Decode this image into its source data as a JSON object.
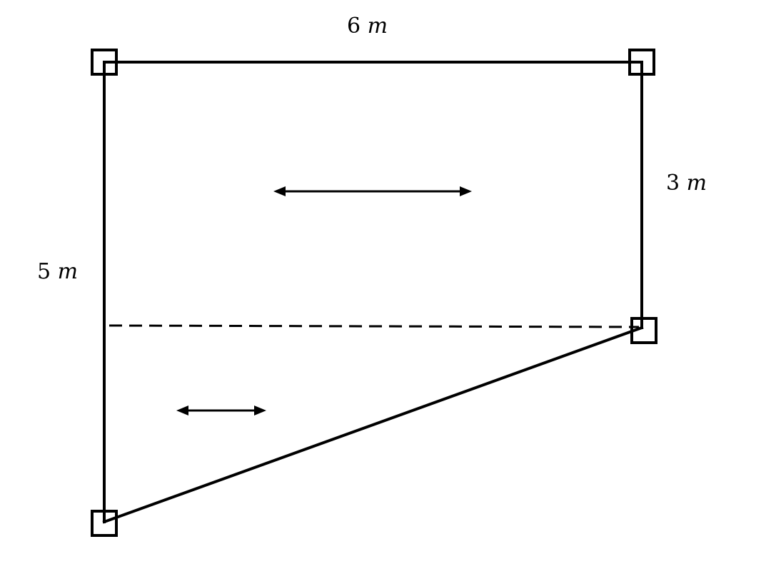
{
  "diagram": {
    "stroke_color": "#000000",
    "background_color": "#ffffff",
    "labels": {
      "top": {
        "value": "6",
        "unit": "m"
      },
      "right": {
        "value": "3",
        "unit": "m"
      },
      "left": {
        "value": "5",
        "unit": "m"
      }
    },
    "support_icon": "square-support-icon",
    "arrow_icon": "double-headed-arrow-icon"
  }
}
